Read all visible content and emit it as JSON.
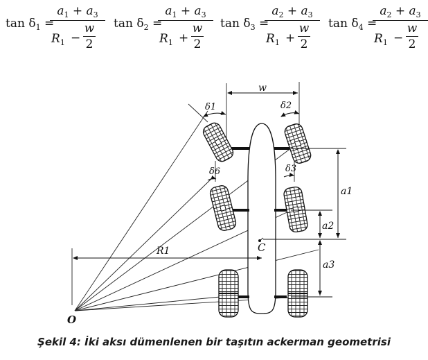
{
  "formulas": [
    {
      "lhs": "tan δ",
      "index": "1",
      "eq": "=",
      "num_a": "a",
      "num_a_idx": "1",
      "plus": "+",
      "num_b": "a",
      "num_b_idx": "3",
      "R": "R",
      "R_idx": "1",
      "op": "−",
      "w": "w",
      "two": "2"
    },
    {
      "lhs": "tan δ",
      "index": "2",
      "eq": "=",
      "num_a": "a",
      "num_a_idx": "1",
      "plus": "+",
      "num_b": "a",
      "num_b_idx": "3",
      "R": "R",
      "R_idx": "1",
      "op": "+",
      "w": "w",
      "two": "2"
    },
    {
      "lhs": "tan δ",
      "index": "3",
      "eq": "=",
      "num_a": "a",
      "num_a_idx": "2",
      "plus": "+",
      "num_b": "a",
      "num_b_idx": "3",
      "R": "R",
      "R_idx": "1",
      "op": "+",
      "w": "w",
      "two": "2"
    },
    {
      "lhs": "tan δ",
      "index": "4",
      "eq": "=",
      "num_a": "a",
      "num_a_idx": "2",
      "plus": "+",
      "num_b": "a",
      "num_b_idx": "3",
      "R": "R",
      "R_idx": "1",
      "op": "−",
      "w": "w",
      "two": "2"
    }
  ],
  "diagram": {
    "labels": {
      "w": "w",
      "delta1": "δ1",
      "delta2": "δ2",
      "delta6": "δ6",
      "delta3": "δ3",
      "a1": "a1",
      "a2": "a2",
      "a3": "a3",
      "R1": "R1",
      "C": "C",
      "O": "O"
    }
  },
  "caption": "Şekil 4: İki aksı dümenlenen bir taşıtın ackerman geometrisi"
}
